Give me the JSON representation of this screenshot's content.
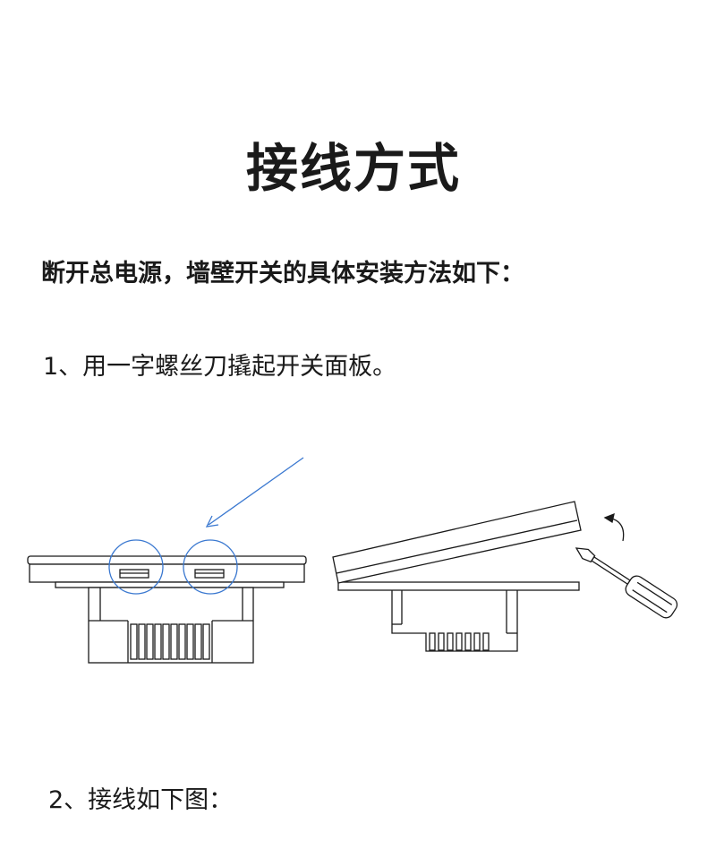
{
  "title": "接线方式",
  "intro": "断开总电源，墙壁开关的具体安装方法如下：",
  "steps": [
    {
      "text": "1、用一字螺丝刀撬起开关面板。"
    },
    {
      "text": "2、接线如下图："
    }
  ],
  "colors": {
    "line": "#1a1a1a",
    "highlight": "#3a78d0"
  },
  "icons": [
    "screwdriver-icon",
    "rotate-arrow-icon",
    "pointer-arrow-icon"
  ]
}
